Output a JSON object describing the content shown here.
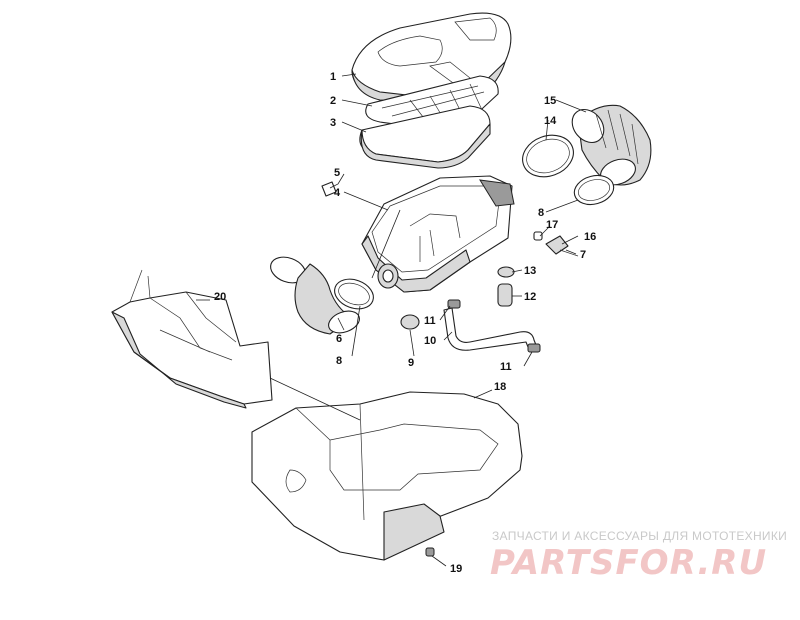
{
  "callouts": {
    "c1": "1",
    "c2": "2",
    "c3": "3",
    "c4": "4",
    "c5": "5",
    "c6": "6",
    "c7": "7",
    "c8a": "8",
    "c8b": "8",
    "c9": "9",
    "c10": "10",
    "c11a": "11",
    "c11b": "11",
    "c12": "12",
    "c13": "13",
    "c14": "14",
    "c15": "15",
    "c16": "16",
    "c17": "17",
    "c18": "18",
    "c19": "19",
    "c20": "20"
  },
  "watermark": {
    "tagline": "ЗАПЧАСТИ И АКСЕССУАРЫ ДЛЯ МОТОТЕХНИКИ",
    "logo": "PARTSFOR.RU"
  }
}
